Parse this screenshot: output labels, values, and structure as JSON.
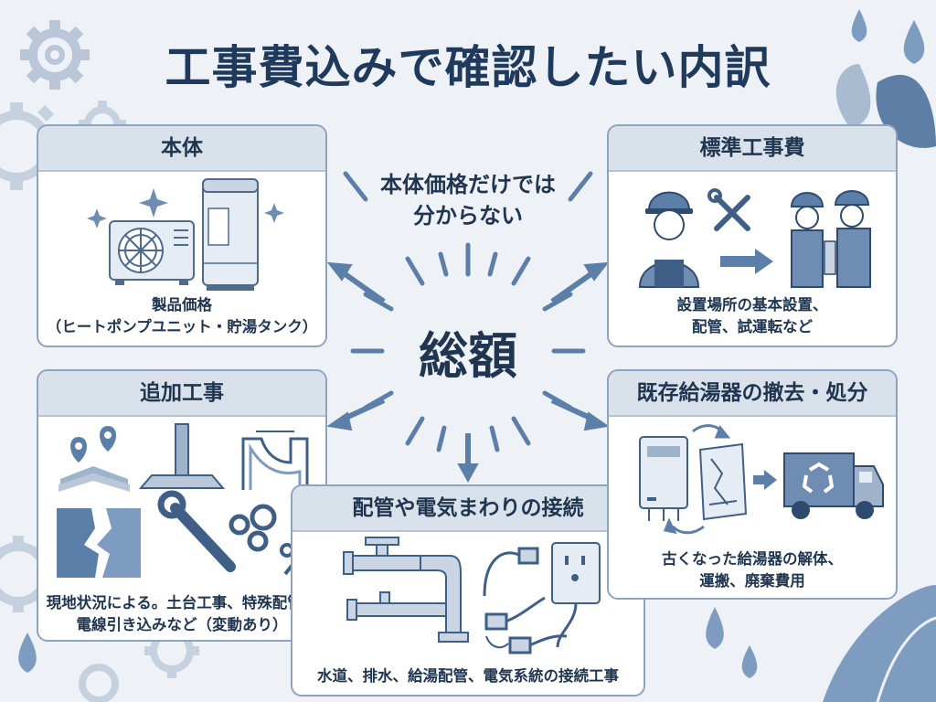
{
  "title": "工事費込みで確認したい内訳",
  "center": {
    "question_line1": "本体価格だけでは",
    "question_line2": "分からない",
    "total": "総額"
  },
  "cards": {
    "unit": {
      "heading": "本体",
      "desc_line1": "製品価格",
      "desc_line2": "（ヒートポンプユニット・貯湯タンク）"
    },
    "standard": {
      "heading": "標準工事費",
      "desc_line1": "設置場所の基本設置、",
      "desc_line2": "配管、試運転など"
    },
    "additional": {
      "heading": "追加工事",
      "desc_line1": "現地状況による。土台工事、特殊配管、",
      "desc_line2": "電線引き込みなど（変動あり）"
    },
    "piping": {
      "heading": "配管や電気まわりの接続",
      "desc_line1": "水道、排水、給湯配管、電気系統の接続工事"
    },
    "removal": {
      "heading": "既存給湯器の撤去・処分",
      "desc_line1": "古くなった給湯器の解体、",
      "desc_line2": "運搬、廃棄費用"
    }
  },
  "colors": {
    "navy": "#1f3550",
    "accent": "#5b7fa8",
    "card_header": "#d9e1eb",
    "background": "#eef2f7"
  },
  "icons": [
    "gear-icon",
    "water-drop-icon",
    "leaf-icon",
    "air-conditioner-icon",
    "water-tank-icon",
    "sparkle-icon",
    "worker-icon",
    "tools-icon",
    "arrow-icon",
    "map-pin-icon",
    "foundation-icon",
    "pipe-icon",
    "terrain-icon",
    "wrench-icon",
    "percent-icon",
    "valve-icon",
    "plug-icon",
    "outlet-icon",
    "water-heater-icon",
    "recycle-truck-icon"
  ]
}
